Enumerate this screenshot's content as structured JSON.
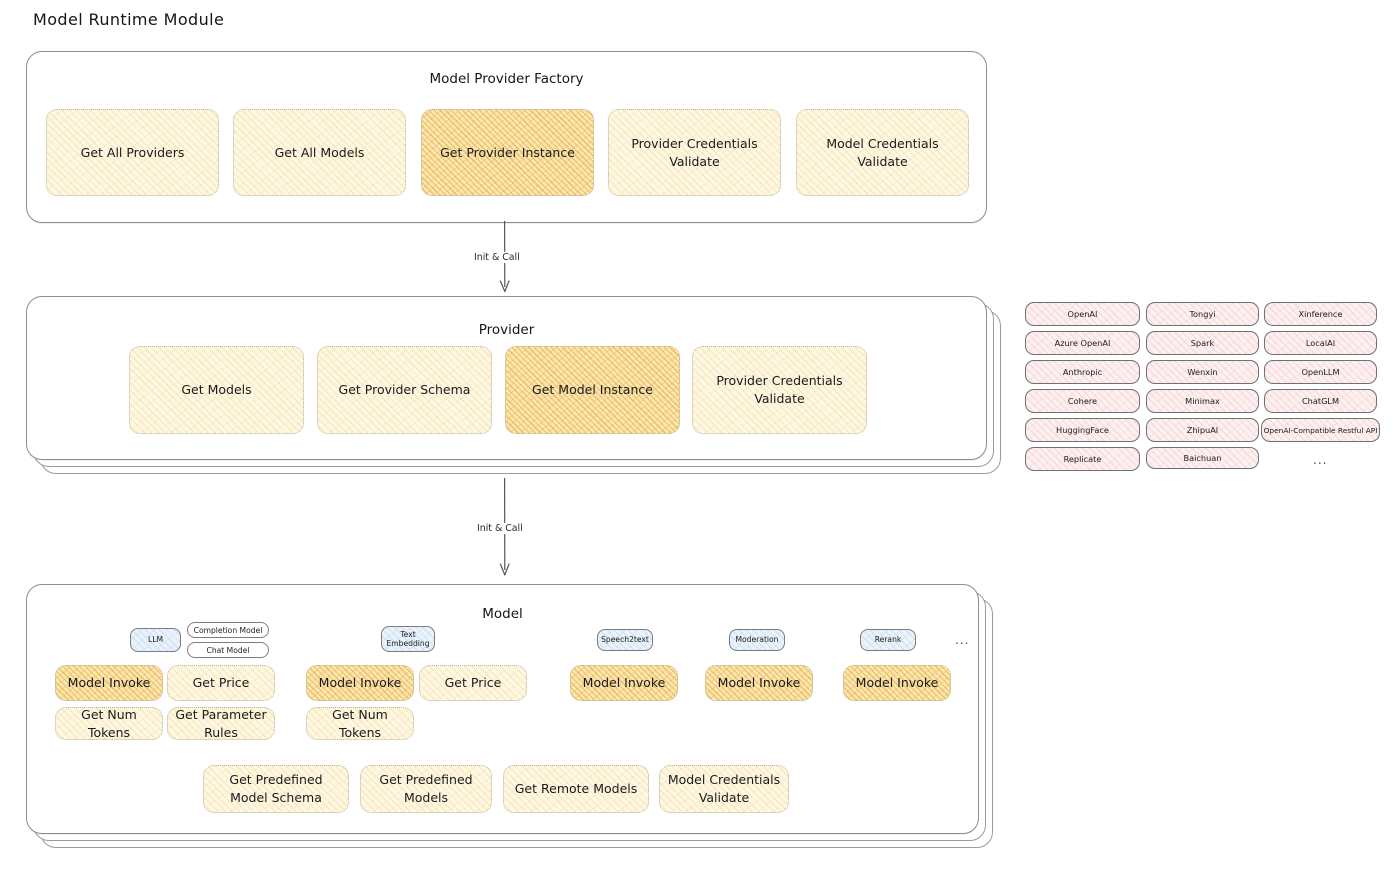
{
  "title": "Model Runtime Module",
  "colors": {
    "highlight_fill": "#fbe6b4",
    "normal_fill": "#fdf7e3",
    "provider_fill": "#fdf0f0",
    "type_fill": "#eaf3fb",
    "border": "#8d8d93"
  },
  "factory": {
    "title": "Model Provider Factory",
    "boxes": [
      {
        "label": "Get All Providers",
        "highlight": false
      },
      {
        "label": "Get All Models",
        "highlight": false
      },
      {
        "label": "Get Provider Instance",
        "highlight": true
      },
      {
        "label": "Provider Credentials Validate",
        "highlight": false
      },
      {
        "label": "Model Credentials Validate",
        "highlight": false
      }
    ]
  },
  "connectors": [
    {
      "label": "Init & Call"
    },
    {
      "label": "Init & Call"
    }
  ],
  "provider": {
    "title": "Provider",
    "boxes": [
      {
        "label": "Get Models",
        "highlight": false
      },
      {
        "label": "Get Provider Schema",
        "highlight": false
      },
      {
        "label": "Get Model Instance",
        "highlight": true
      },
      {
        "label": "Provider Credentials Validate",
        "highlight": false
      }
    ]
  },
  "provider_list": {
    "ellipsis": "...",
    "columns": [
      {
        "items": [
          "OpenAI",
          "Azure OpenAI",
          "Anthropic",
          "Cohere",
          "HuggingFace",
          "Replicate"
        ]
      },
      {
        "items": [
          "Tongyi",
          "Spark",
          "Wenxin",
          "Minimax",
          "ZhipuAI",
          "Baichuan"
        ]
      },
      {
        "items": [
          "Xinference",
          "LocalAI",
          "OpenLLM",
          "ChatGLM",
          "OpenAI-Compatible Restful API"
        ]
      }
    ]
  },
  "model": {
    "title": "Model",
    "ellipsis": "...",
    "groups": [
      {
        "type": "LLM",
        "sub_chips": [
          "Completion Model",
          "Chat Model"
        ],
        "ops": [
          {
            "label": "Model Invoke",
            "highlight": true
          },
          {
            "label": "Get Price",
            "highlight": false
          },
          {
            "label": "Get Num Tokens",
            "highlight": false
          },
          {
            "label": "Get Parameter Rules",
            "highlight": false
          }
        ]
      },
      {
        "type": "Text Embedding",
        "sub_chips": [],
        "ops": [
          {
            "label": "Model Invoke",
            "highlight": true
          },
          {
            "label": "Get Price",
            "highlight": false
          },
          {
            "label": "Get Num Tokens",
            "highlight": false
          }
        ]
      },
      {
        "type": "Speech2text",
        "sub_chips": [],
        "ops": [
          {
            "label": "Model Invoke",
            "highlight": true
          }
        ]
      },
      {
        "type": "Moderation",
        "sub_chips": [],
        "ops": [
          {
            "label": "Model Invoke",
            "highlight": true
          }
        ]
      },
      {
        "type": "Rerank",
        "sub_chips": [],
        "ops": [
          {
            "label": "Model Invoke",
            "highlight": true
          }
        ]
      }
    ],
    "common_ops": [
      {
        "label": "Get Predefined Model Schema"
      },
      {
        "label": "Get Predefined Models"
      },
      {
        "label": "Get Remote Models"
      },
      {
        "label": "Model Credentials Validate"
      }
    ]
  }
}
